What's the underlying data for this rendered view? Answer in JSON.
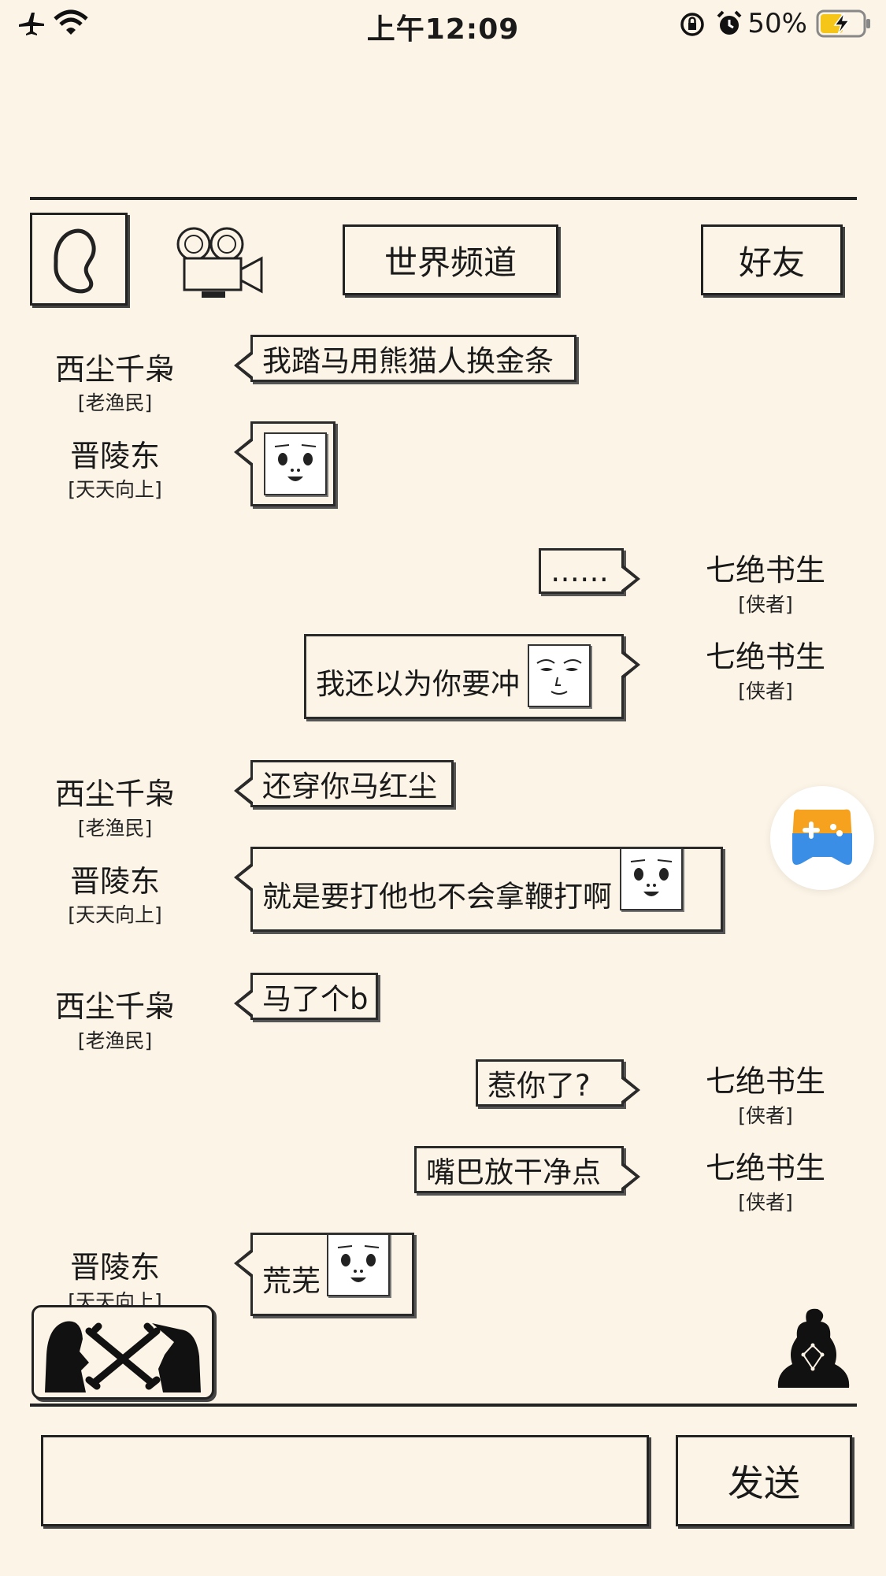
{
  "status_bar": {
    "time": "上午12:09",
    "battery": "50%"
  },
  "header": {
    "channel_title": "世界频道",
    "friends_label": "好友"
  },
  "messages": [
    {
      "side": "left",
      "name": "西尘千枭",
      "rank": "[老渔民]",
      "text": "我踏马用熊猫人换金条"
    },
    {
      "side": "left",
      "name": "晋陵东",
      "rank": "[天天向上]",
      "text": ""
    },
    {
      "side": "right",
      "name": "七绝书生",
      "rank": "[侠者]",
      "text": "……"
    },
    {
      "side": "right",
      "name": "七绝书生",
      "rank": "[侠者]",
      "text": "我还以为你要冲"
    },
    {
      "side": "left",
      "name": "西尘千枭",
      "rank": "[老渔民]",
      "text": "还穿你马红尘"
    },
    {
      "side": "left",
      "name": "晋陵东",
      "rank": "[天天向上]",
      "text": "就是要打他也不会拿鞭打啊"
    },
    {
      "side": "left",
      "name": "西尘千枭",
      "rank": "[老渔民]",
      "text": "马了个b"
    },
    {
      "side": "right",
      "name": "七绝书生",
      "rank": "[侠者]",
      "text": "惹你了?"
    },
    {
      "side": "right",
      "name": "七绝书生",
      "rank": "[侠者]",
      "text": "嘴巴放干净点"
    },
    {
      "side": "left",
      "name": "晋陵东",
      "rank": "[天天向上]",
      "text": "荒芜"
    }
  ],
  "composer": {
    "send_label": "发送",
    "input_value": ""
  },
  "colors": {
    "background": "#fcf4e6",
    "ink": "#1a1a1a",
    "battery": "#f5c518",
    "game_badge_orange": "#f6a21e",
    "game_badge_blue": "#3a8ee6"
  }
}
